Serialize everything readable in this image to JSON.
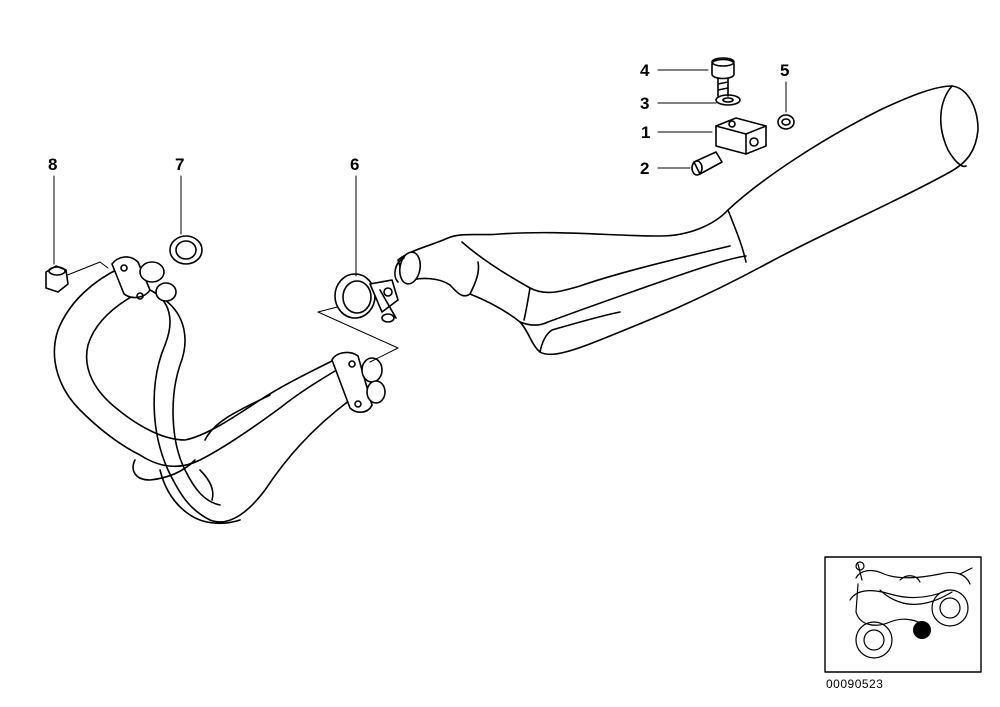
{
  "callouts": [
    {
      "id": "1",
      "label": "1"
    },
    {
      "id": "2",
      "label": "2"
    },
    {
      "id": "3",
      "label": "3"
    },
    {
      "id": "4",
      "label": "4"
    },
    {
      "id": "5",
      "label": "5"
    },
    {
      "id": "6",
      "label": "6"
    },
    {
      "id": "7",
      "label": "7"
    },
    {
      "id": "8",
      "label": "8"
    }
  ],
  "drawing_code": "00090523",
  "colors": {
    "line": "#000000",
    "background": "#ffffff",
    "marker": "#000000"
  }
}
